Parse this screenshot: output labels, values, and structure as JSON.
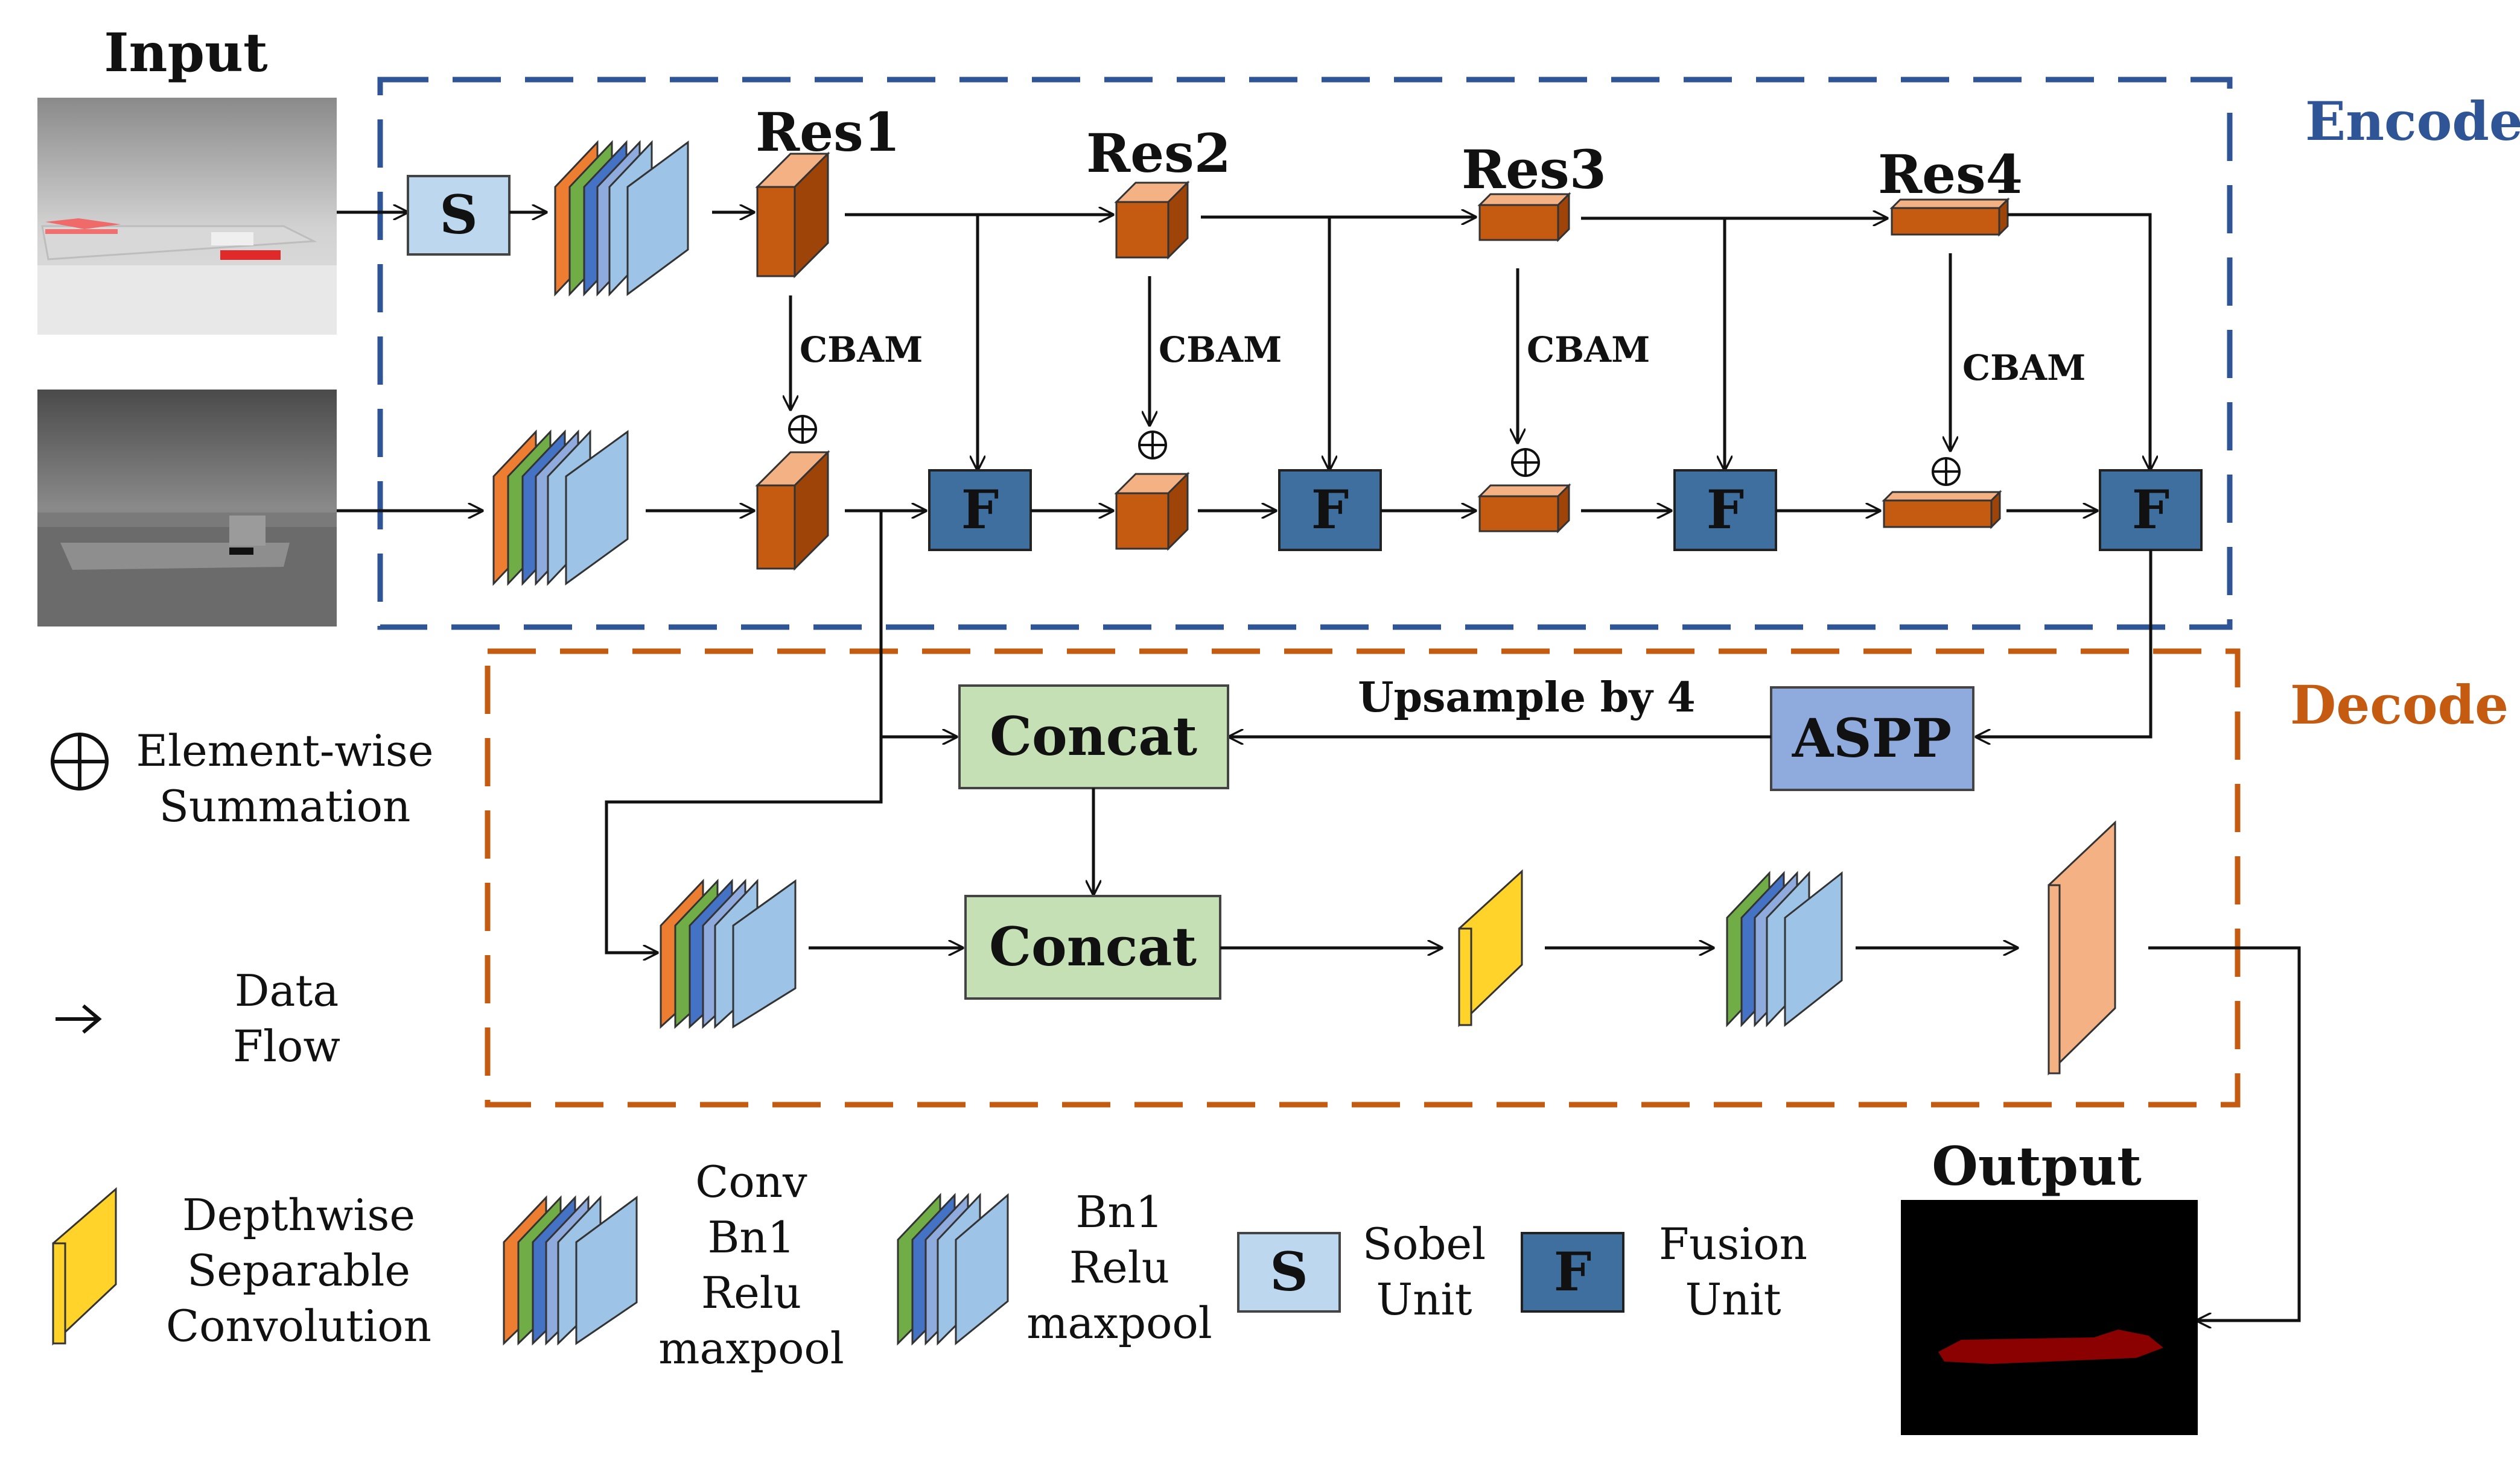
{
  "colors": {
    "encode": "#2F5597",
    "decode": "#C55A11",
    "res_front": "#C55A11",
    "res_top": "#F4B183",
    "res_side": "#9E4409",
    "fusion": "#3F6F9E",
    "sobel": "#BDD7EE",
    "concat": "#C5E0B4",
    "aspp": "#8FAADC",
    "depthwise": "#FFD32A",
    "output_slab": "#F4B183",
    "conv_orange": "#ED7D31",
    "conv_green": "#70AD47",
    "conv_blue": "#4472C4",
    "conv_light": "#9DC3E6",
    "line": "#111111"
  },
  "labels": {
    "input": "Input",
    "output": "Output",
    "encode": "Encode",
    "decode": "Decode",
    "res1": "Res1",
    "res2": "Res2",
    "res3": "Res3",
    "res4": "Res4",
    "cbam": "CBAM",
    "sobel_letter": "S",
    "fusion_letter": "F",
    "concat": "Concat",
    "aspp": "ASPP",
    "upsample": "Upsample by 4"
  },
  "legend": {
    "summation_line1": "Element-wise",
    "summation_line2": "Summation",
    "dataflow_line1": "Data",
    "dataflow_line2": "Flow",
    "depthwise_line1": "Depthwise",
    "depthwise_line2": "Separable",
    "depthwise_line3": "Convolution",
    "conv_line1": "Conv",
    "conv_line2": "Bn1",
    "conv_line3": "Relu",
    "conv_line4": "maxpool",
    "bn_line1": "Bn1",
    "bn_line2": "Relu",
    "bn_line3": "maxpool",
    "sobel_line1": "Sobel",
    "sobel_line2": "Unit",
    "fusion_line1": "Fusion",
    "fusion_line2": "Unit"
  },
  "icons": {
    "summation": "circle-plus-icon",
    "dataflow": "arrow-right-icon"
  }
}
